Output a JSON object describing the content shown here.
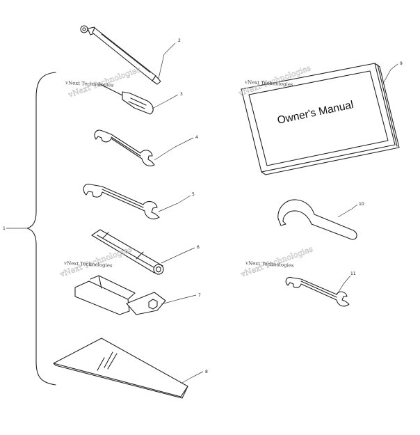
{
  "callouts": [
    "1",
    "2",
    "3",
    "4",
    "5",
    "6",
    "7",
    "8",
    "9",
    "10",
    "11"
  ],
  "manual": {
    "title": "Owner's Manual"
  },
  "watermark": {
    "text": "vNext Technologies"
  }
}
